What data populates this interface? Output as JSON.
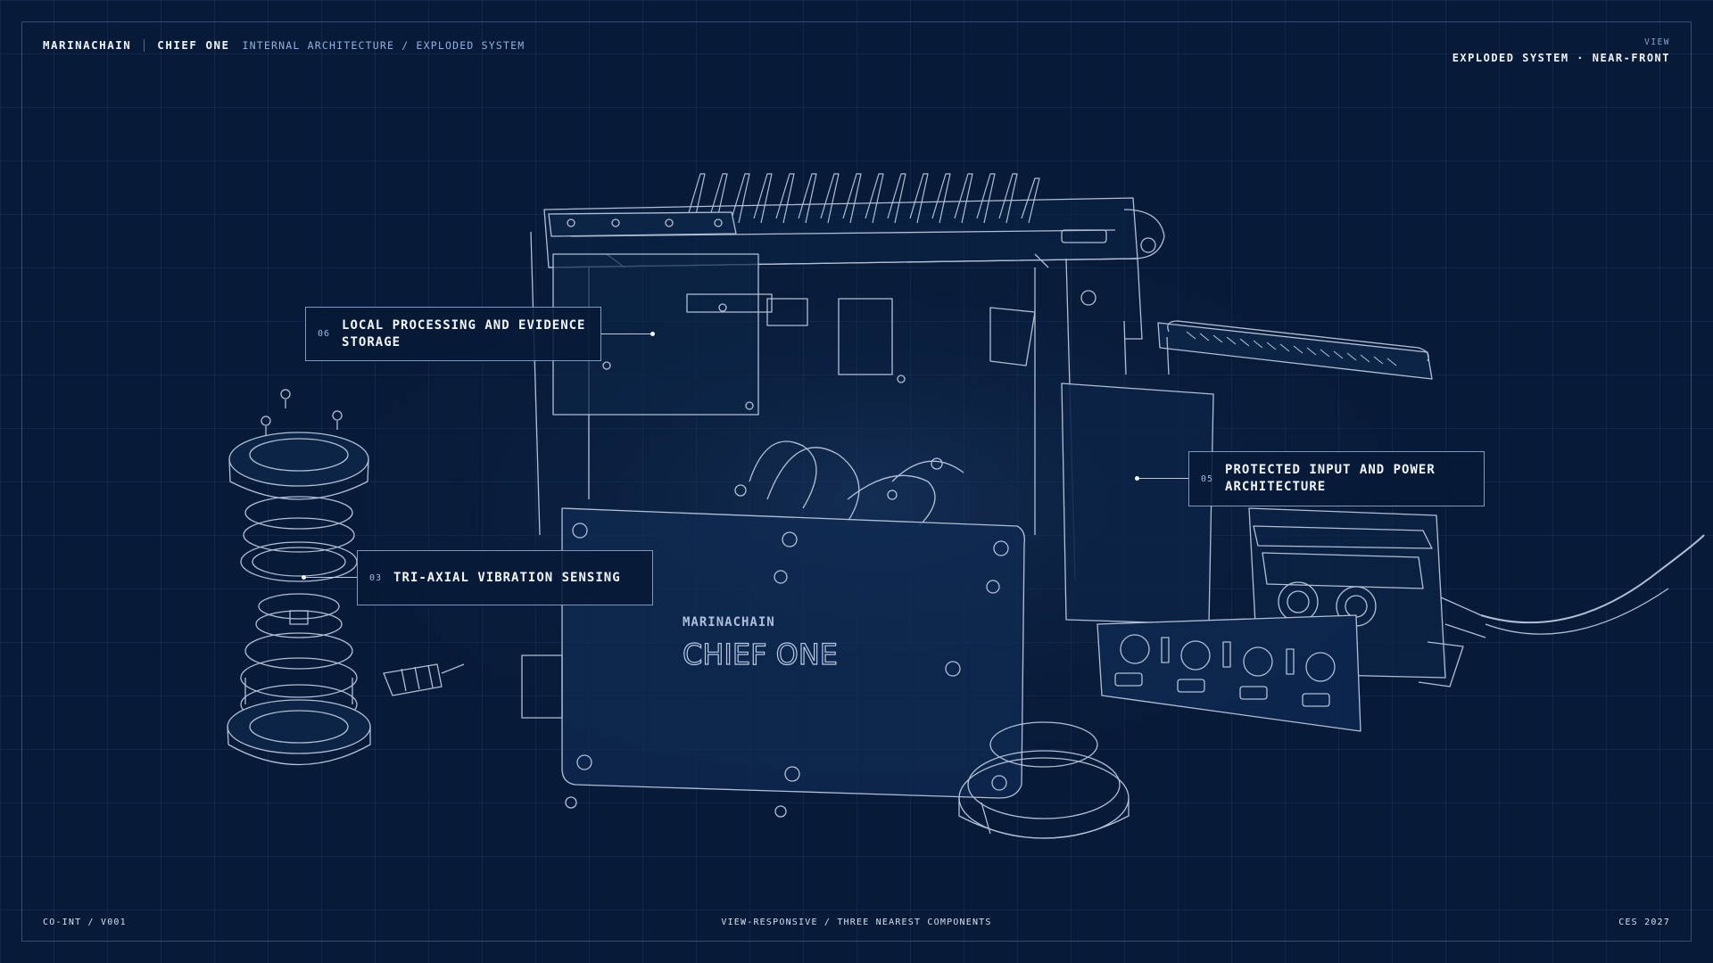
{
  "header": {
    "brand": "MARINACHAIN",
    "product": "CHIEF ONE",
    "section": "INTERNAL ARCHITECTURE / EXPLODED SYSTEM",
    "view_label": "VIEW",
    "view_value": "EXPLODED SYSTEM · NEAR-FRONT"
  },
  "callouts": [
    {
      "num": "06",
      "title": "LOCAL PROCESSING AND EVIDENCE STORAGE"
    },
    {
      "num": "03",
      "title": "TRI-AXIAL VIBRATION SENSING"
    },
    {
      "num": "05",
      "title": "PROTECTED INPUT AND POWER ARCHITECTURE"
    }
  ],
  "device": {
    "brand_mark": "MARINACHAIN",
    "product_mark": "CHIEF ONE"
  },
  "footer": {
    "left": "CO-INT / V001",
    "center": "VIEW-RESPONSIVE / THREE NEAREST COMPONENTS",
    "right": "CES 2027"
  },
  "colors": {
    "background": "#071a37",
    "line": "#cfdcf0",
    "accent": "#8fb1e0"
  }
}
